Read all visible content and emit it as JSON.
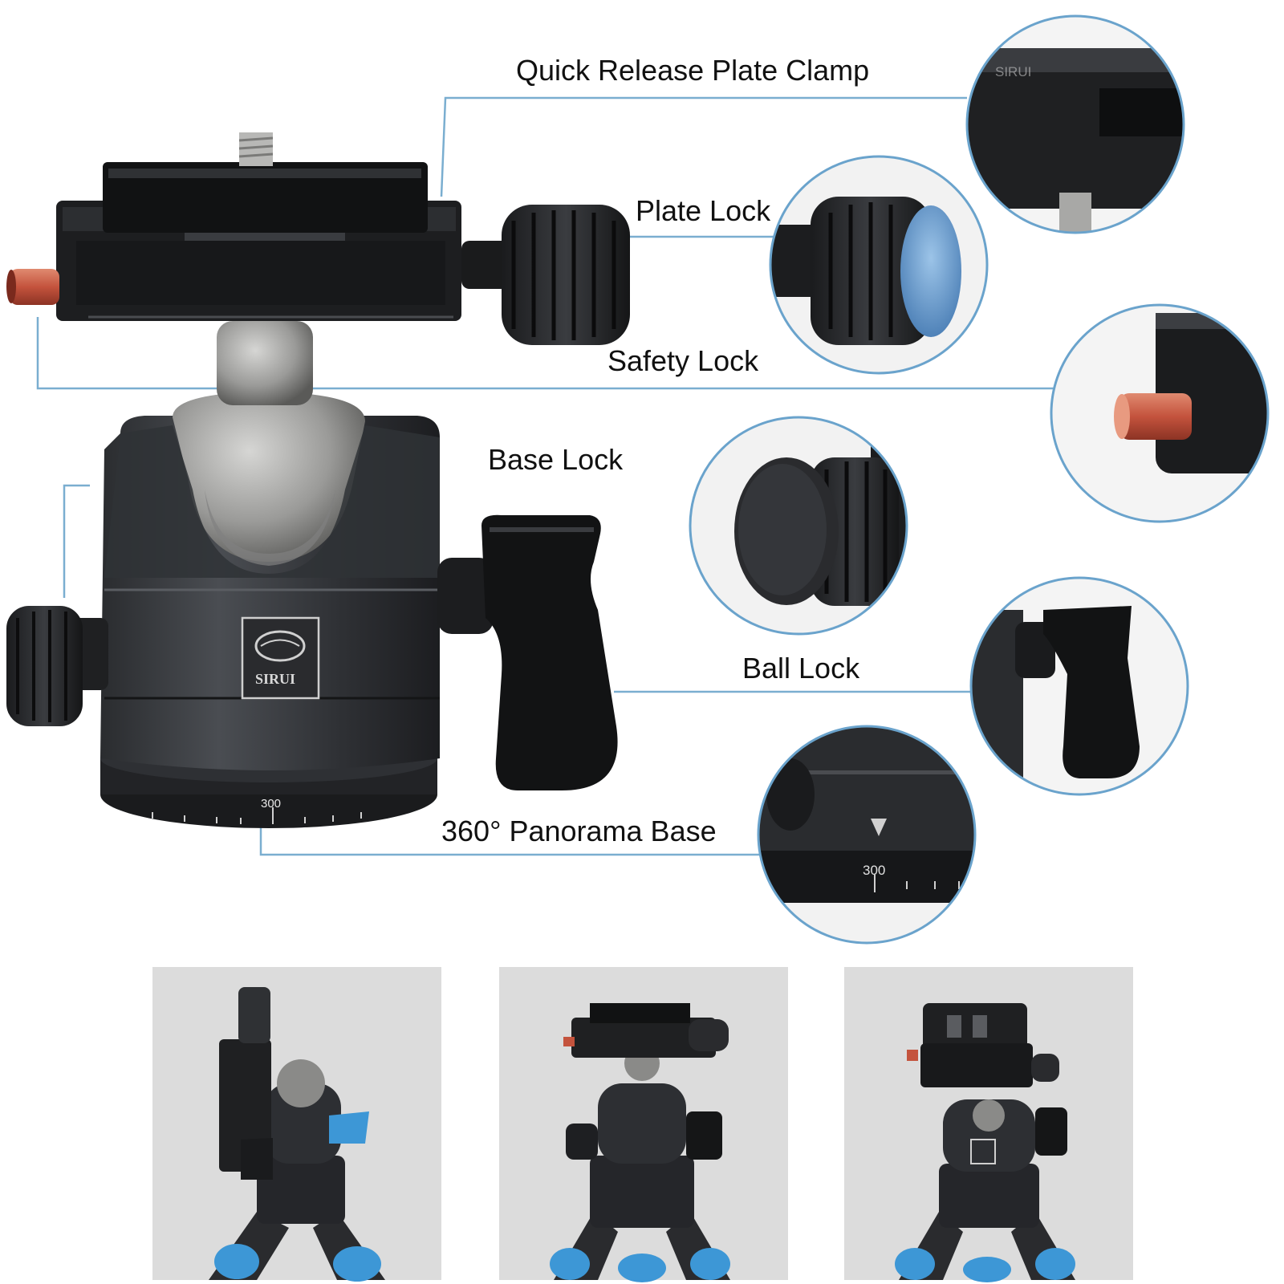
{
  "labels": {
    "quick_release_plate_clamp": "Quick Release Plate Clamp",
    "plate_lock": "Plate Lock",
    "safety_lock": "Safety Lock",
    "base_lock": "Base Lock",
    "ball_lock": "Ball Lock",
    "panorama_base": "360° Panorama Base"
  },
  "product": {
    "brand_logo": "SIRUI",
    "dial_value": "300",
    "zoom_dial_value": "300"
  },
  "colors": {
    "callout_line": "#7aaed0",
    "callout_circle": "#6aa3cc",
    "body_dark": "#2b2d30",
    "ball_silver": "#9a9a98",
    "safety_pin_red": "#c4533d",
    "plate_lock_blue": "#6f9fcf",
    "tripod_leg_blue": "#3d97d6",
    "thumbnail_bg": "#dcdcdc"
  },
  "thumbnails": [
    {
      "view": "side-tilted"
    },
    {
      "view": "front"
    },
    {
      "view": "top-down"
    }
  ]
}
